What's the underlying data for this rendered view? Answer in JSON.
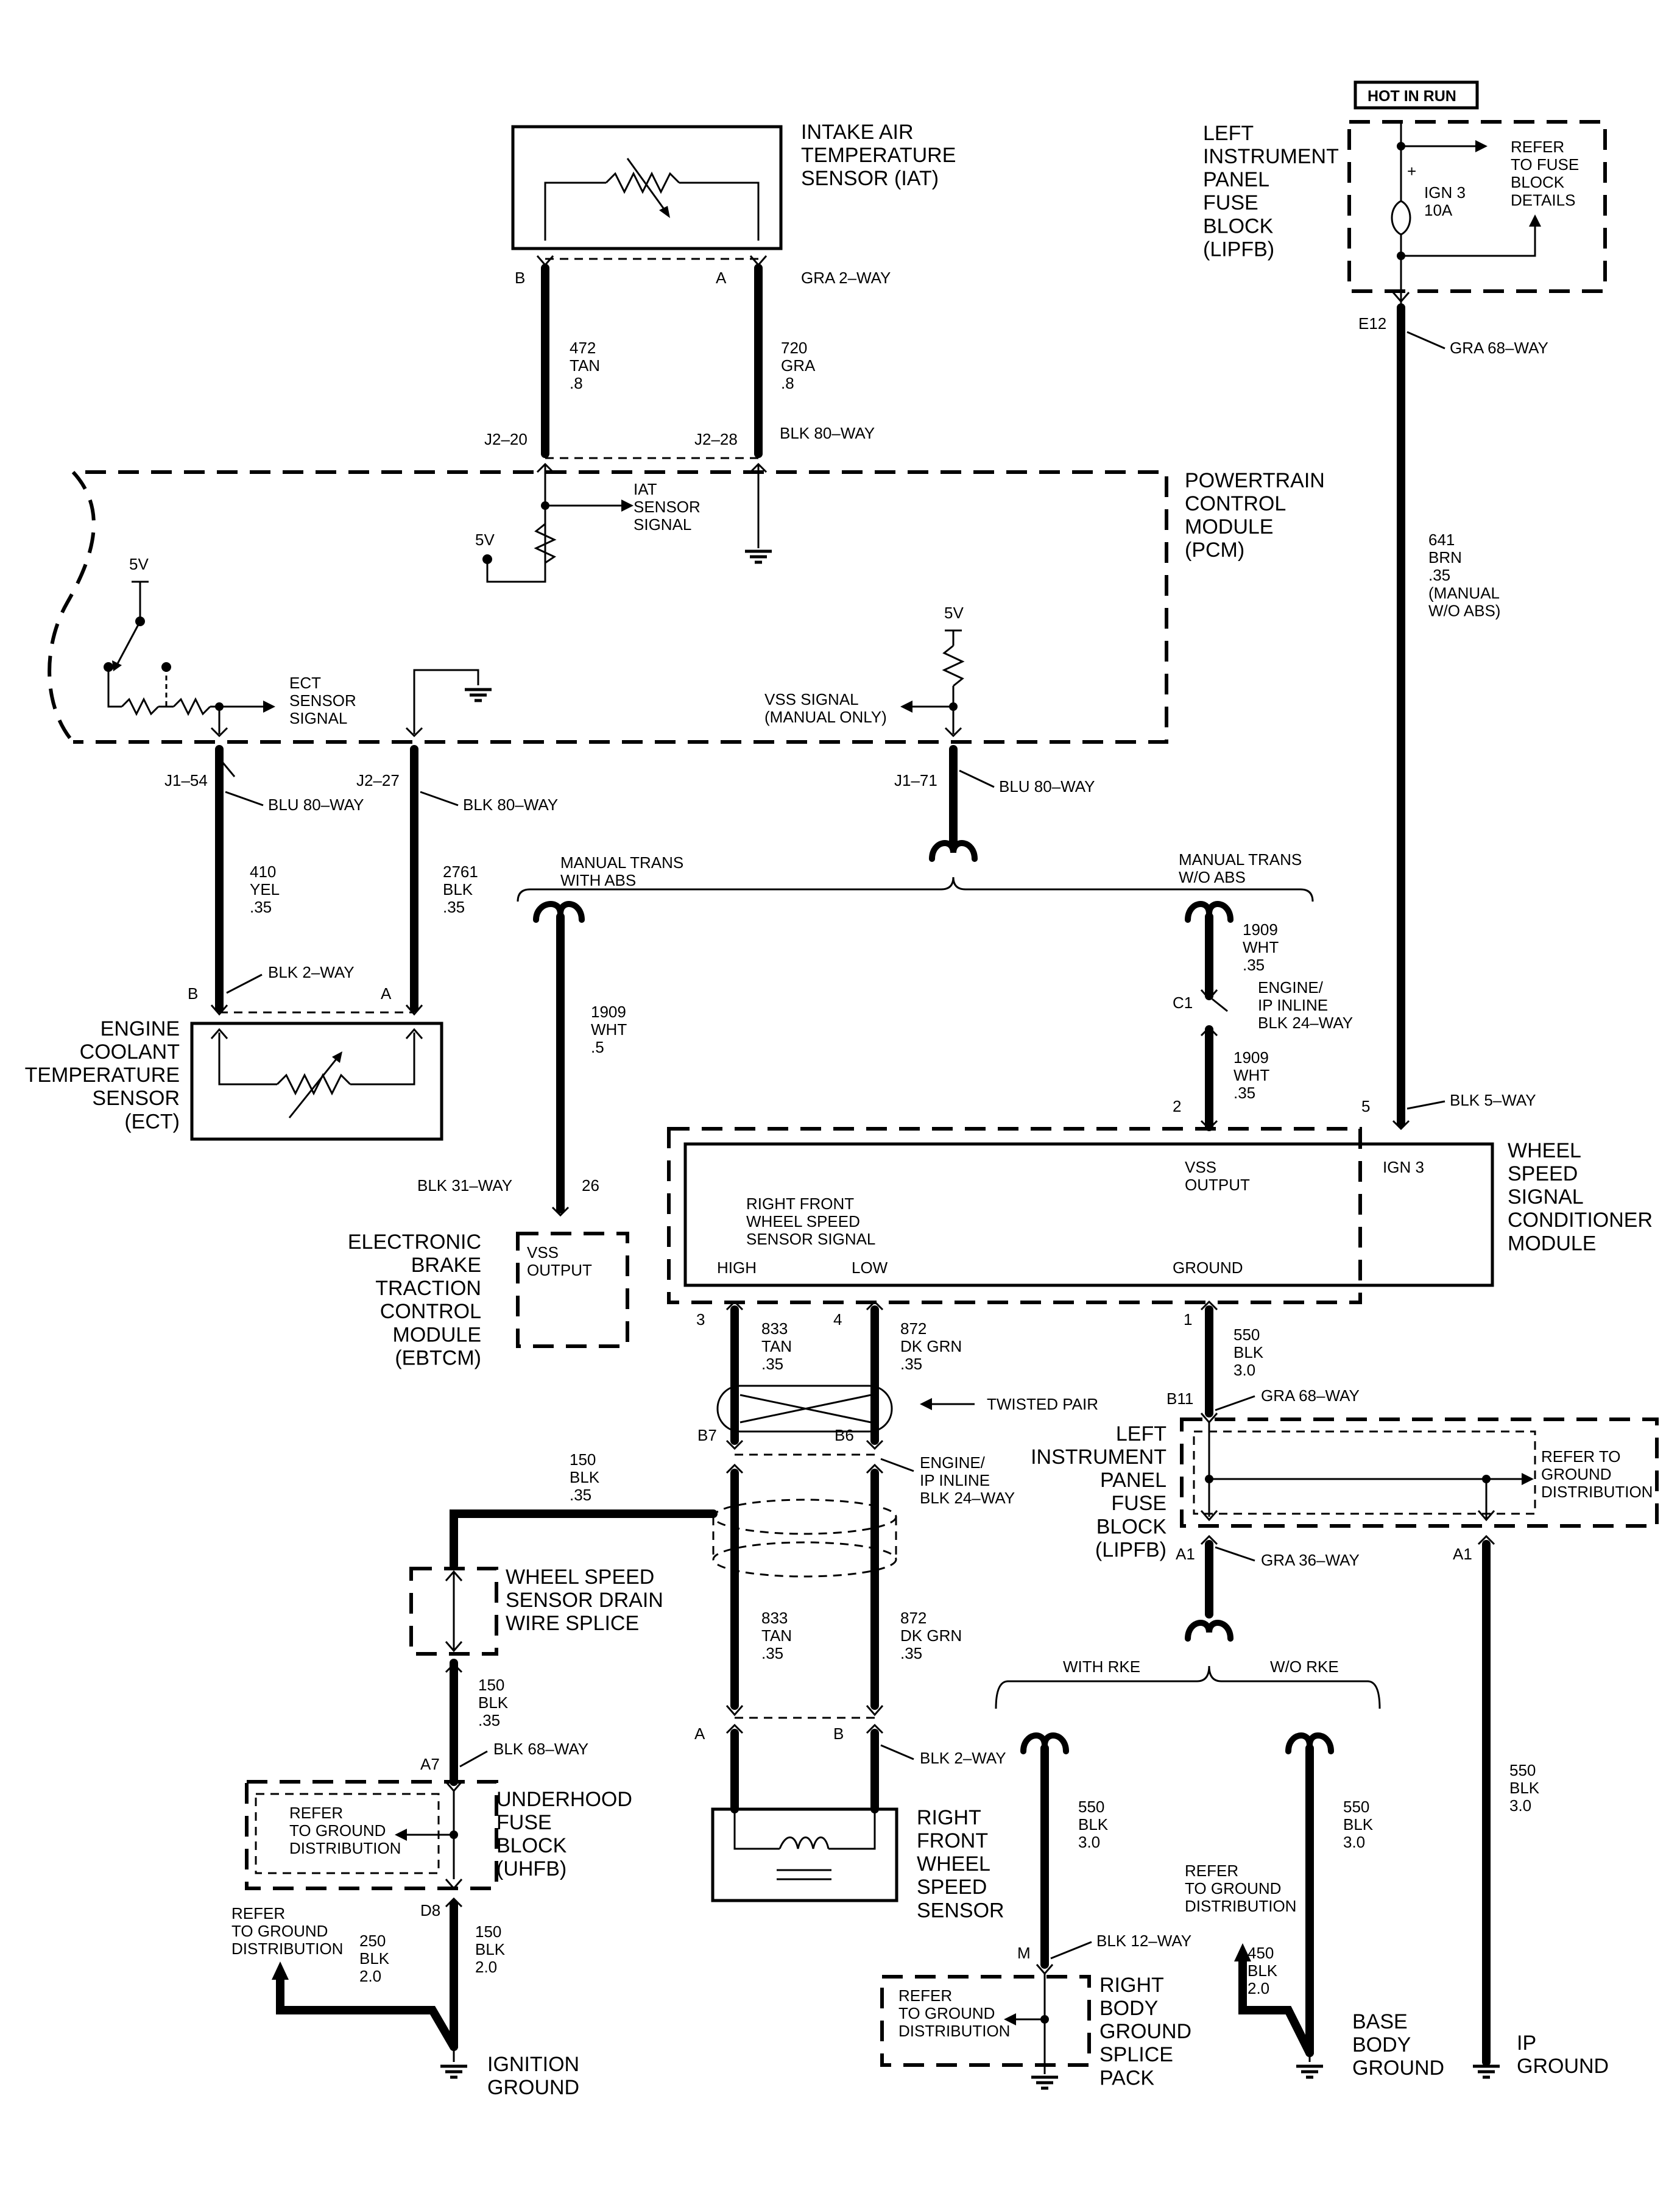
{
  "components": {
    "iat": "INTAKE AIR\nTEMPERATURE\nSENSOR (IAT)",
    "pcm": "POWERTRAIN\nCONTROL\nMODULE\n(PCM)",
    "lipfb_top": "LEFT\nINSTRUMENT\nPANEL\nFUSE\nBLOCK\n(LIPFB)",
    "ect": "ENGINE\nCOOLANT\nTEMPERATURE\nSENSOR\n(ECT)",
    "ebtcm": "ELECTRONIC\nBRAKE\nTRACTION\nCONTROL\nMODULE\n(EBTCM)",
    "wsscm": "WHEEL\nSPEED\nSIGNAL\nCONDITIONER\nMODULE",
    "lipfb_bottom": "LEFT\nINSTRUMENT\nPANEL\nFUSE\nBLOCK\n(LIPFB)",
    "drain_splice": "WHEEL SPEED\nSENSOR DRAIN\nWIRE SPLICE",
    "uhfb": "UNDERHOOD\nFUSE\nBLOCK\n(UHFB)",
    "rfwss": "RIGHT\nFRONT\nWHEEL\nSPEED\nSENSOR",
    "rbgsp": "RIGHT\nBODY\nGROUND\nSPLICE\nPACK",
    "ign_ground": "IGNITION\nGROUND",
    "base_ground": "BASE\nBODY\nGROUND",
    "ip_ground": "IP\nGROUND"
  },
  "labels": {
    "hot_in_run": "HOT IN RUN",
    "refer_fuse": "REFER\nTO FUSE\nBLOCK\nDETAILS",
    "fuse": "IGN 3\n10A",
    "plus": "+",
    "refer_ground": "REFER TO\nGROUND\nDISTRIBUTION",
    "refer_ground_uhfb": "REFER\nTO GROUND\nDISTRIBUTION",
    "refer_ground_ign": "REFER\nTO GROUND\nDISTRIBUTION",
    "refer_ground_base": "REFER\nTO GROUND\nDISTRIBUTION",
    "refer_ground_rbgsp": "REFER\nTO GROUND\nDISTRIBUTION",
    "iat_sensor_signal": "IAT\nSENSOR\nSIGNAL",
    "ect_sensor_signal": "ECT\nSENSOR\nSIGNAL",
    "vss_signal": "VSS SIGNAL\n(MANUAL ONLY)",
    "five_v_a": "5V",
    "five_v_b": "5V",
    "five_v_c": "5V",
    "manual_abs": "MANUAL TRANS\nWITH ABS",
    "manual_no_abs": "MANUAL TRANS\nW/O ABS",
    "with_rke": "WITH RKE",
    "wo_rke": "W/O RKE",
    "twisted_pair": "TWISTED PAIR",
    "vss_output_w": "VSS\nOUTPUT",
    "ign3_w": "IGN 3",
    "rf_signal": "RIGHT FRONT\nWHEEL SPEED\nSENSOR SIGNAL",
    "high": "HIGH",
    "low": "LOW",
    "ground_w": "GROUND",
    "vss_output_e": "VSS\nOUTPUT"
  },
  "connectors": {
    "gra2": "GRA 2–WAY",
    "blk80_j228": "BLK 80–WAY",
    "gra68_e12": "GRA 68–WAY",
    "blu80_j154": "BLU 80–WAY",
    "blk80_j227": "BLK 80–WAY",
    "blu80_j171": "BLU 80–WAY",
    "blk2_ect": "BLK 2–WAY",
    "engip_c1": "ENGINE/\nIP INLINE\nBLK 24–WAY",
    "blk5": "BLK 5–WAY",
    "blk31": "BLK 31–WAY",
    "gra68_b11": "GRA 68–WAY",
    "engip_b7": "ENGINE/\nIP INLINE\nBLK 24–WAY",
    "gra36": "GRA 36–WAY",
    "blk2_wss": "BLK 2–WAY",
    "blk68_a7": "BLK 68–WAY",
    "blk12": "BLK 12–WAY"
  },
  "pins": {
    "iat_b": "B",
    "iat_a": "A",
    "e12": "E12",
    "j220": "J2–20",
    "j228": "J2–28",
    "j154": "J1–54",
    "j227": "J2–27",
    "j171": "J1–71",
    "ect_b": "B",
    "ect_a": "A",
    "c1": "C1",
    "p2": "2",
    "p5": "5",
    "p26": "26",
    "p3": "3",
    "p4": "4",
    "p1": "1",
    "b11": "B11",
    "b7": "B7",
    "b6": "B6",
    "a1_l": "A1",
    "a1_r": "A1",
    "wss_a": "A",
    "wss_b": "B",
    "a7": "A7",
    "d8": "D8",
    "m": "M"
  },
  "wires": {
    "w472": "472\nTAN\n.8",
    "w720": "720\nGRA\n.8",
    "w641": "641\nBRN\n.35\n(MANUAL\nW/O ABS)",
    "w410": "410\nYEL\n.35",
    "w2761": "2761\nBLK\n.35",
    "w1909_abs": "1909\nWHT\n.5",
    "w1909_a": "1909\nWHT\n.35",
    "w1909_b": "1909\nWHT\n.35",
    "w833_a": "833\nTAN\n.35",
    "w872_a": "872\nDK GRN\n.35",
    "w550_a": "550\nBLK\n3.0",
    "w150_top": "150\nBLK\n.35",
    "w833_b": "833\nTAN\n.35",
    "w872_b": "872\nDK GRN\n.35",
    "w150_mid": "150\nBLK\n.35",
    "w150_bot": "150\nBLK\n2.0",
    "w250": "250\nBLK\n2.0",
    "w550_b": "550\nBLK\n3.0",
    "w550_c": "550\nBLK\n3.0",
    "w550_d": "550\nBLK\n3.0",
    "w450": "450\nBLK\n2.0"
  }
}
